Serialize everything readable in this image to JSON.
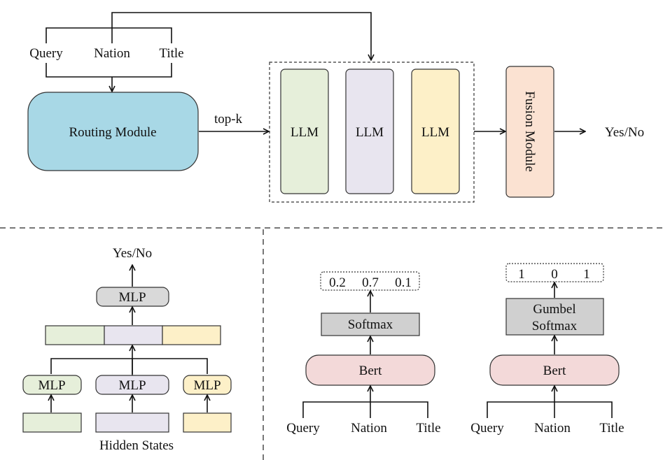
{
  "top": {
    "inputs": [
      "Query",
      "Nation",
      "Title"
    ],
    "routing_label": "Routing Module",
    "topk_label": "top-k",
    "llm_labels": [
      "LLM",
      "LLM",
      "LLM"
    ],
    "fusion_label": "Fusion  Module",
    "output_label": "Yes/No"
  },
  "fusion_detail": {
    "output_label": "Yes/No",
    "mlp_top_label": "MLP",
    "mlp_labels": [
      "MLP",
      "MLP",
      "MLP"
    ],
    "hidden_states_label": "Hidden States"
  },
  "routing_soft": {
    "scores": [
      "0.2",
      "0.7",
      "0.1"
    ],
    "softmax_label": "Softmax",
    "encoder_label": "Bert",
    "inputs": [
      "Query",
      "Nation",
      "Title"
    ]
  },
  "routing_gumbel": {
    "scores": [
      "1",
      "0",
      "1"
    ],
    "softmax_label_line1": "Gumbel",
    "softmax_label_line2": "Softmax",
    "encoder_label": "Bert",
    "inputs": [
      "Query",
      "Nation",
      "Title"
    ]
  },
  "colors": {
    "routing_fill": "#a8d8e6",
    "llm_green": "#e6efda",
    "llm_purple": "#e8e5ef",
    "llm_yellow": "#fdf0c8",
    "fusion_fill": "#fbe2d2",
    "bert_fill": "#f3d9d9",
    "softmax_fill": "#d0d0d0",
    "mlp_fill": "#d9d9d9",
    "dash_gray": "#777777"
  }
}
